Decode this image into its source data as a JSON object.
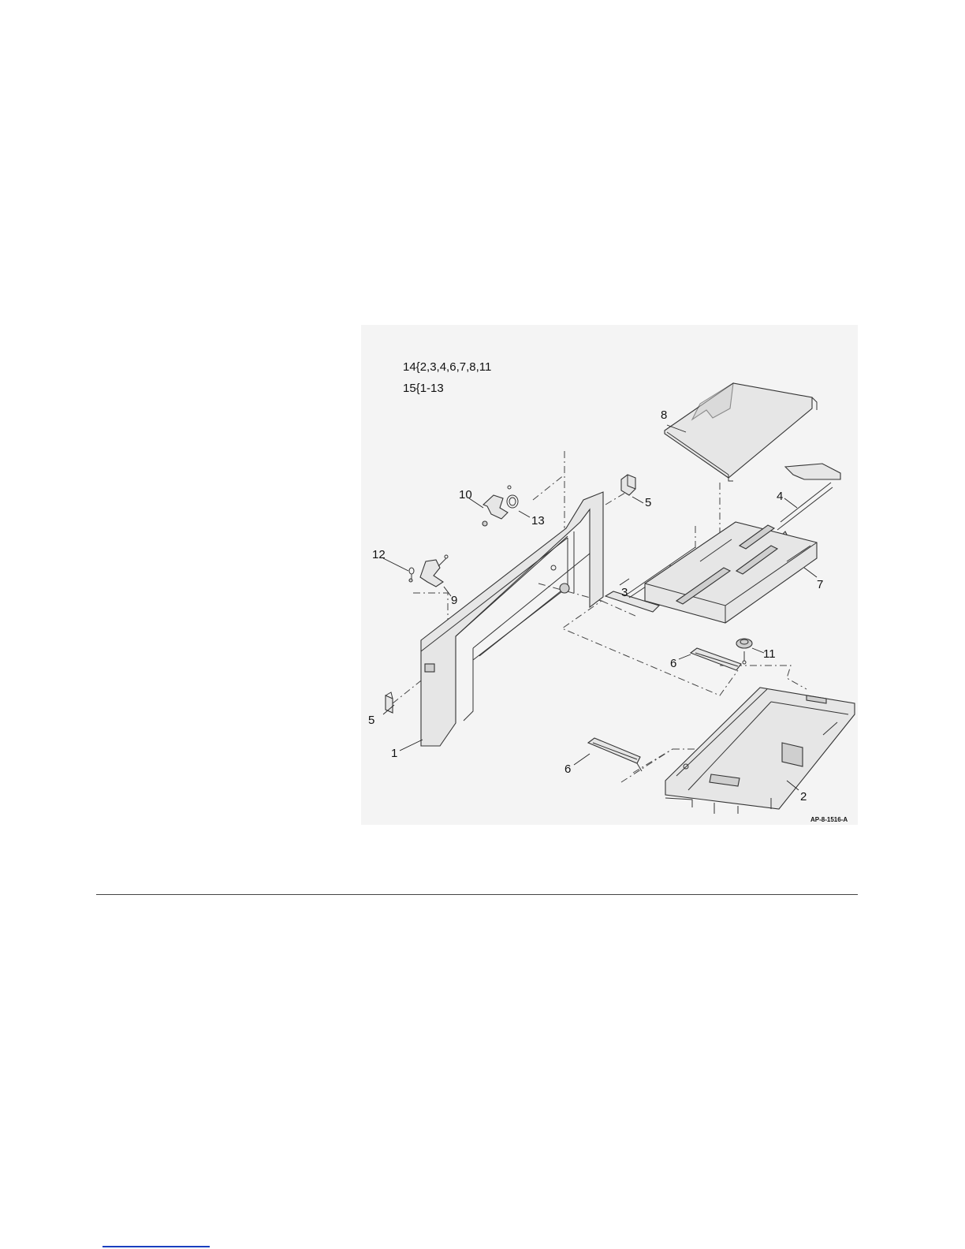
{
  "figure": {
    "kit_lines": [
      "14{2,3,4,6,7,8,11",
      "15{1-13"
    ],
    "figure_id": "AP-8-1516-A",
    "callouts": {
      "c1": "1",
      "c2": "2",
      "c3": "3",
      "c4": "4",
      "c5a": "5",
      "c5b": "5",
      "c6a": "6",
      "c6b": "6",
      "c7": "7",
      "c8": "8",
      "c9": "9",
      "c10": "10",
      "c11": "11",
      "c12": "12",
      "c13": "13"
    }
  },
  "colors": {
    "panel_background": "#f4f4f4",
    "line_art": "#333333",
    "footer_link": "#1a3fbf"
  }
}
